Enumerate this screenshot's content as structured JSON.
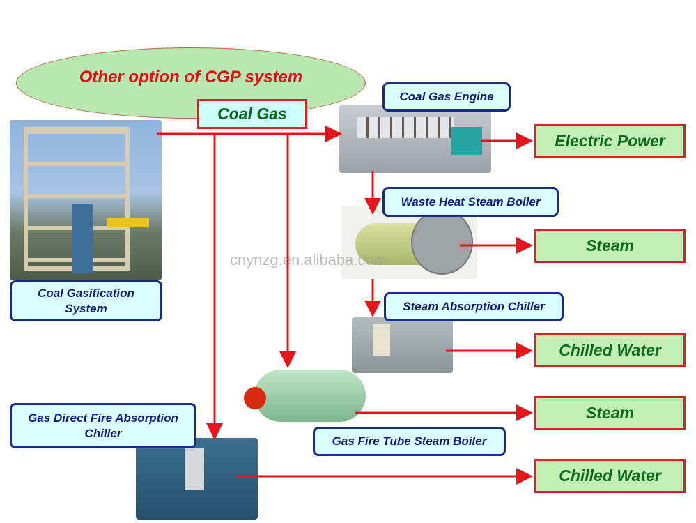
{
  "title": "Other option of CGP system",
  "source": "Coal Gas",
  "watermark": "cnynzg.en.alibaba.com",
  "equipment": {
    "gasification": "Coal Gasification System",
    "engine": "Coal Gas Engine",
    "waste_heat_boiler": "Waste Heat Steam Boiler",
    "steam_chiller": "Steam Absorption Chiller",
    "fire_tube_boiler": "Gas Fire Tube Steam Boiler",
    "direct_fire_chiller": "Gas Direct Fire Absorption Chiller"
  },
  "outputs": [
    "Electric Power",
    "Steam",
    "Chilled Water",
    "Steam",
    "Chilled Water"
  ],
  "colors": {
    "arrow": "#e8141c",
    "output_fill": "#c2efb6",
    "label_border": "#1a2a8a",
    "title_text": "#e01010"
  }
}
